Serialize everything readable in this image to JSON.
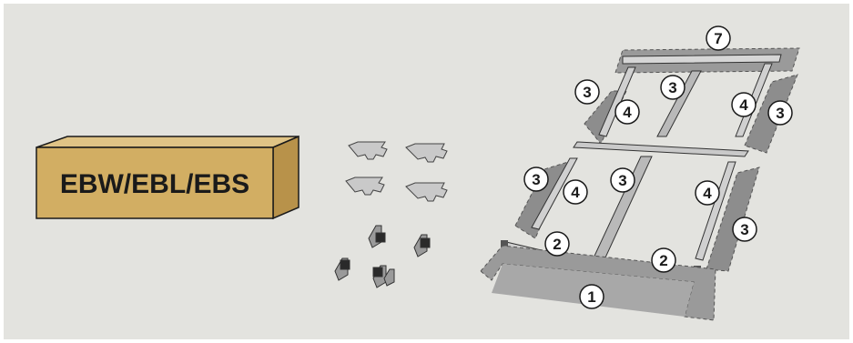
{
  "box": {
    "label": "EBW/EBL/EBS",
    "color": "#d2ae63"
  },
  "colors": {
    "background": "#e3e3df",
    "flashing": "#8d8d8d",
    "flashing_light": "#b9b9b9",
    "outline": "#1a1a1a"
  },
  "callouts": {
    "c1": "1",
    "c2a": "2",
    "c2b": "2",
    "c3a": "3",
    "c3b": "3",
    "c3c": "3",
    "c3d": "3",
    "c3e": "3",
    "c3f": "3",
    "c4a": "4",
    "c4b": "4",
    "c4c": "4",
    "c4d": "4",
    "c7": "7"
  },
  "icons": [
    "clip-icon",
    "bracket-icon"
  ]
}
